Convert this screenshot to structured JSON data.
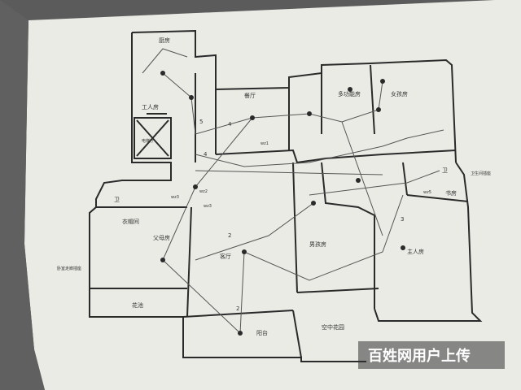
{
  "labels": {
    "kitchen": "厨房",
    "dining": "餐厅",
    "multi_room": "多功能房",
    "daughter_room": "女孩房",
    "study": "书房",
    "bath": "卫",
    "elder_room": "父母房",
    "cloak": "衣帽间",
    "living": "客厅",
    "boy_room": "男孩房",
    "master": "主人房",
    "master_bath": "卫",
    "balcony": "阳台",
    "sky_garden": "空中花园",
    "garden": "花池",
    "elevator": "电梯厅",
    "worker": "工人房",
    "note_left": "卧室走廊插座",
    "note_right": "卫生间插座",
    "circuit_4": "4",
    "circuit_5": "5",
    "circuit_2a": "2",
    "circuit_2b": "2",
    "circuit_3": "3",
    "circuit_4b": "4",
    "wl1": "wz1",
    "wl2": "wz2",
    "wl3": "wz3",
    "wl4": "wz3",
    "wl5": "wz5"
  },
  "watermark": "百姓网用户上传",
  "colors": {
    "background": "#5a5a5a",
    "paper": "#ebebe6",
    "ink": "#2a2a2a",
    "watermark_bg": "#3a3a3a"
  }
}
